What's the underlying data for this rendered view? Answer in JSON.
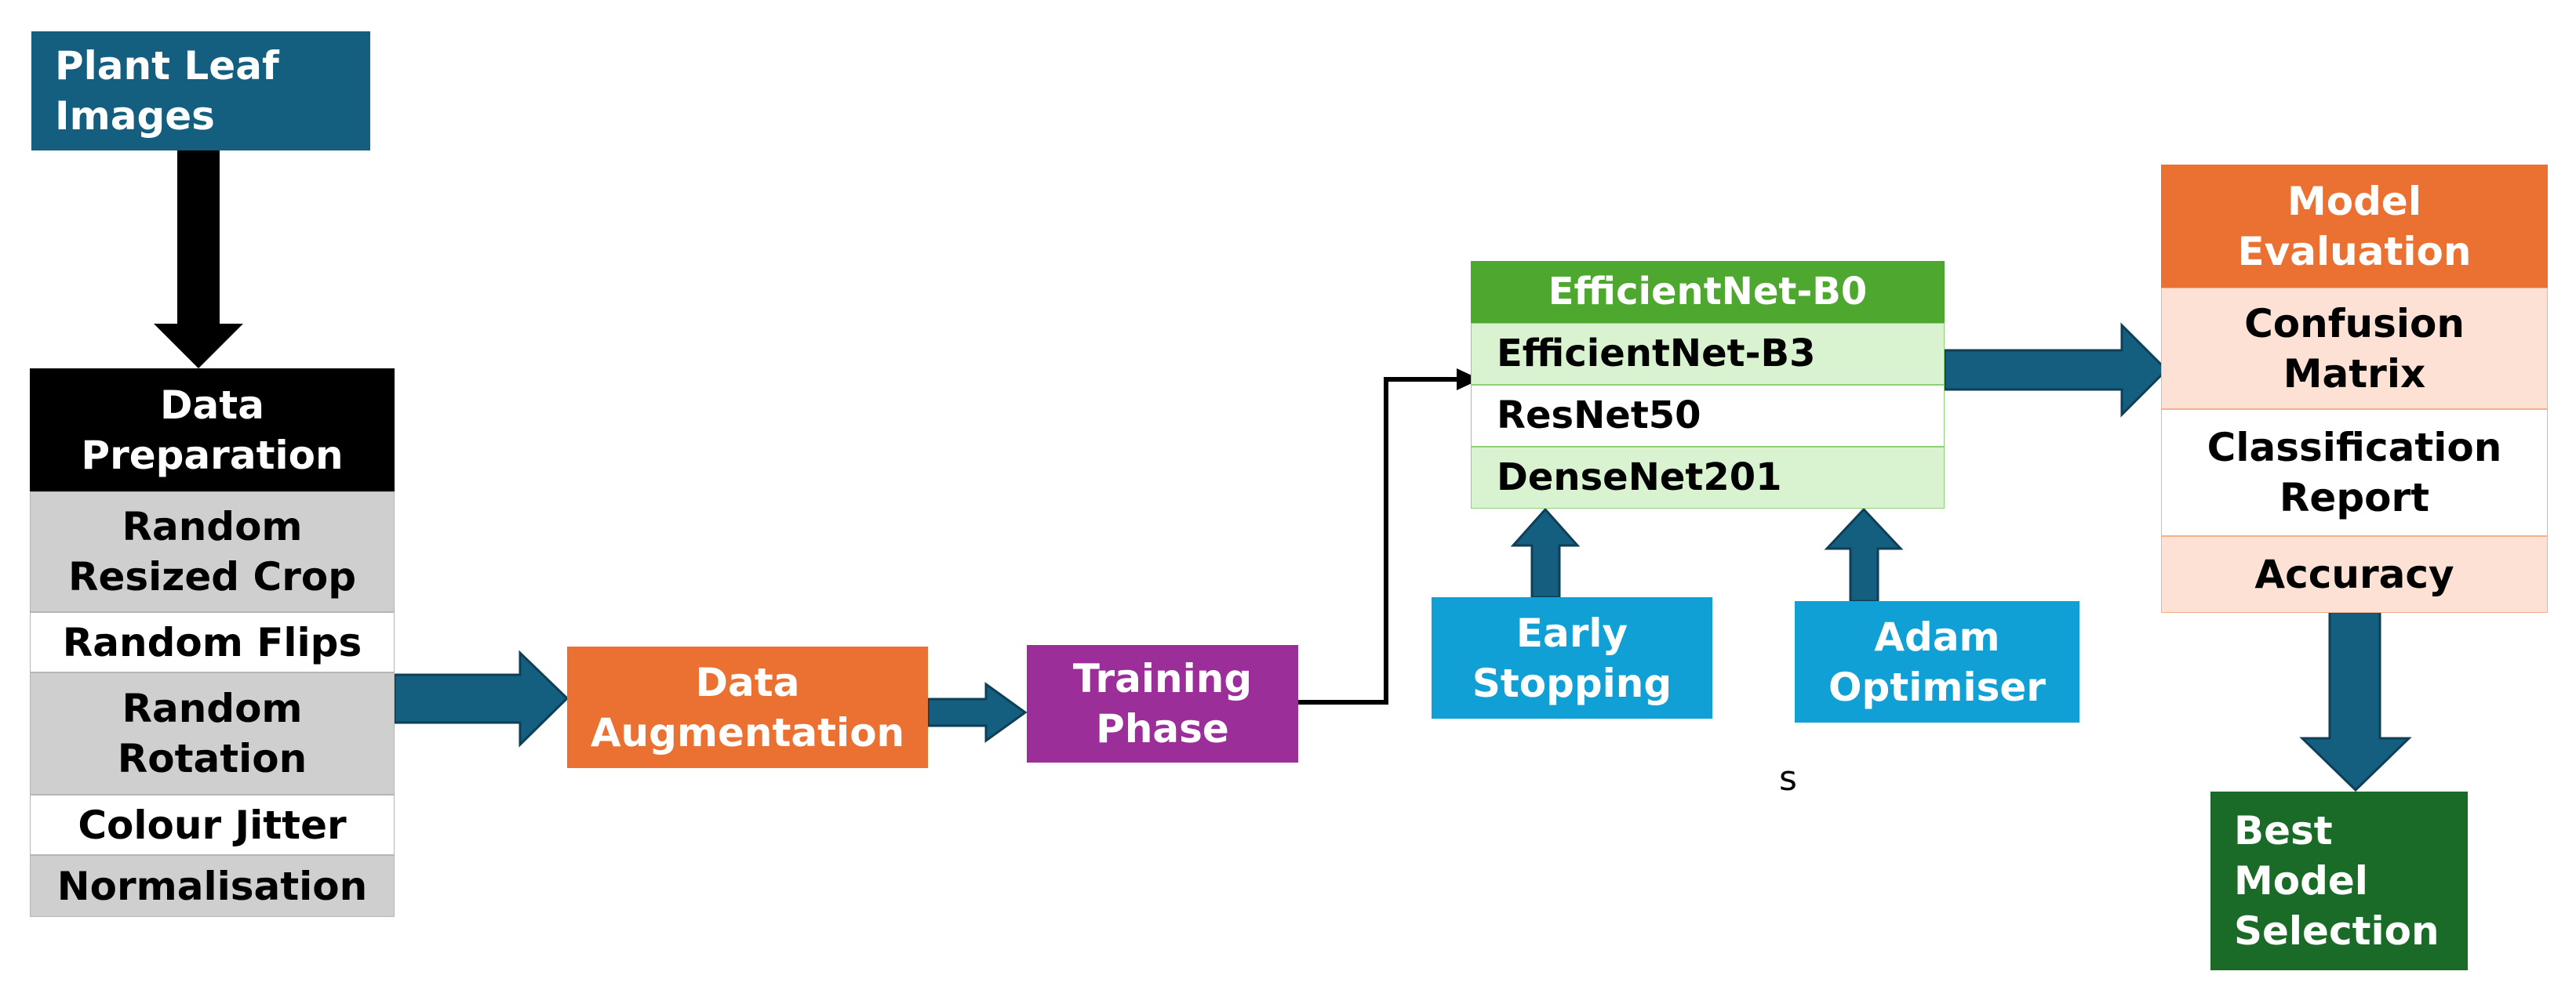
{
  "colors": {
    "dark_blue": "#145f80",
    "orange": "#eb7133",
    "purple": "#9c2e9a",
    "green": "#4ea72f",
    "light_green": "#d9f2d0",
    "light_blue": "#10a0d6",
    "dark_green": "#1b6b28",
    "gray": "#cfcfcf",
    "peach": "#fde1d4",
    "black": "#000000"
  },
  "input": {
    "label": "Plant Leaf\nImages"
  },
  "data_preparation": {
    "title": "Data\nPreparation",
    "steps": [
      "Random\nResized Crop",
      "Random Flips",
      "Random\nRotation",
      "Colour Jitter",
      "Normalisation"
    ]
  },
  "data_augmentation": {
    "label": "Data\nAugmentation"
  },
  "training_phase": {
    "label": "Training\nPhase"
  },
  "models": {
    "items": [
      "EfficientNet-B0",
      "EfficientNet-B3",
      "ResNet50",
      "DenseNet201"
    ]
  },
  "early_stopping": {
    "label": "Early\nStopping"
  },
  "adam_optimiser": {
    "label": "Adam\nOptimiser"
  },
  "stray_char": "s",
  "model_evaluation": {
    "title": "Model\nEvaluation",
    "metrics": [
      "Confusion\nMatrix",
      "Classification\nReport",
      "Accuracy"
    ]
  },
  "best_model": {
    "label": "Best\nModel\nSelection"
  }
}
